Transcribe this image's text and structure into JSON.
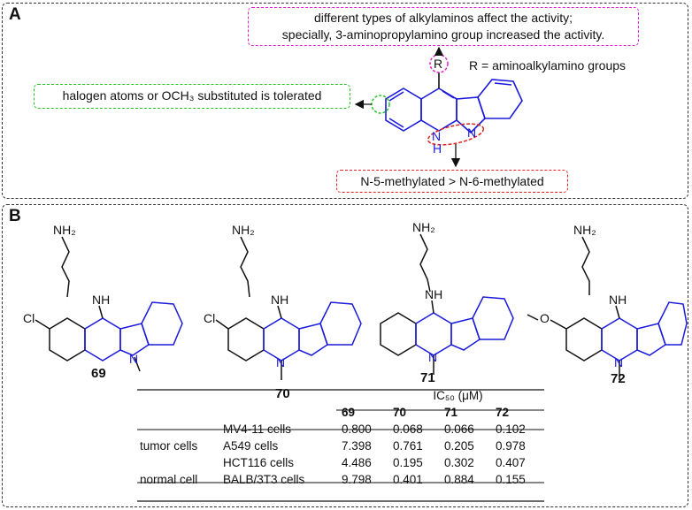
{
  "panel_a": {
    "label": "A",
    "activity_note_line1": "different types of alkylaminos affect the activity;",
    "activity_note_line2": "specially, 3-aminopropylamino group increased the activity.",
    "r_label": "R",
    "r_definition": "R = aminoalkylamino groups",
    "halogen_note": "halogen atoms or OCH₃ substituted is tolerated",
    "methyl_note": "N-5-methylated > N-6-methylated",
    "ring_atoms": {
      "nh": "N",
      "h": "H",
      "n": "N"
    }
  },
  "panel_b": {
    "label": "B",
    "compounds": [
      {
        "id": "69",
        "amine": "NH₂",
        "nh": "NH",
        "substituent": "Cl",
        "n": "N"
      },
      {
        "id": "70",
        "amine": "NH₂",
        "nh": "NH",
        "substituent": "Cl",
        "n": "N"
      },
      {
        "id": "71",
        "amine": "NH₂",
        "nh": "NH",
        "substituent": "",
        "n": "N"
      },
      {
        "id": "72",
        "amine": "NH₂",
        "nh": "NH",
        "substituent": "O",
        "n": "N"
      }
    ],
    "table": {
      "header": "IC₅₀ (μM)",
      "columns": [
        "69",
        "70",
        "71",
        "72"
      ],
      "groups": [
        {
          "name": "tumor cells",
          "rows": [
            {
              "cell": "MV4-11 cells",
              "values": [
                "0.800",
                "0.068",
                "0.066",
                "0.102"
              ]
            },
            {
              "cell": "A549 cells",
              "values": [
                "7.398",
                "0.761",
                "0.205",
                "0.978"
              ]
            },
            {
              "cell": "HCT116 cells",
              "values": [
                "4.486",
                "0.195",
                "0.302",
                "0.407"
              ]
            }
          ]
        },
        {
          "name": "normal cell",
          "rows": [
            {
              "cell": "BALB/3T3 cells",
              "values": [
                "9.798",
                "0.401",
                "0.884",
                "0.155"
              ]
            }
          ]
        }
      ]
    }
  },
  "colors": {
    "blue": "#1a1adc",
    "magenta": "#e020d0",
    "green": "#21c521",
    "red": "#e02020"
  }
}
